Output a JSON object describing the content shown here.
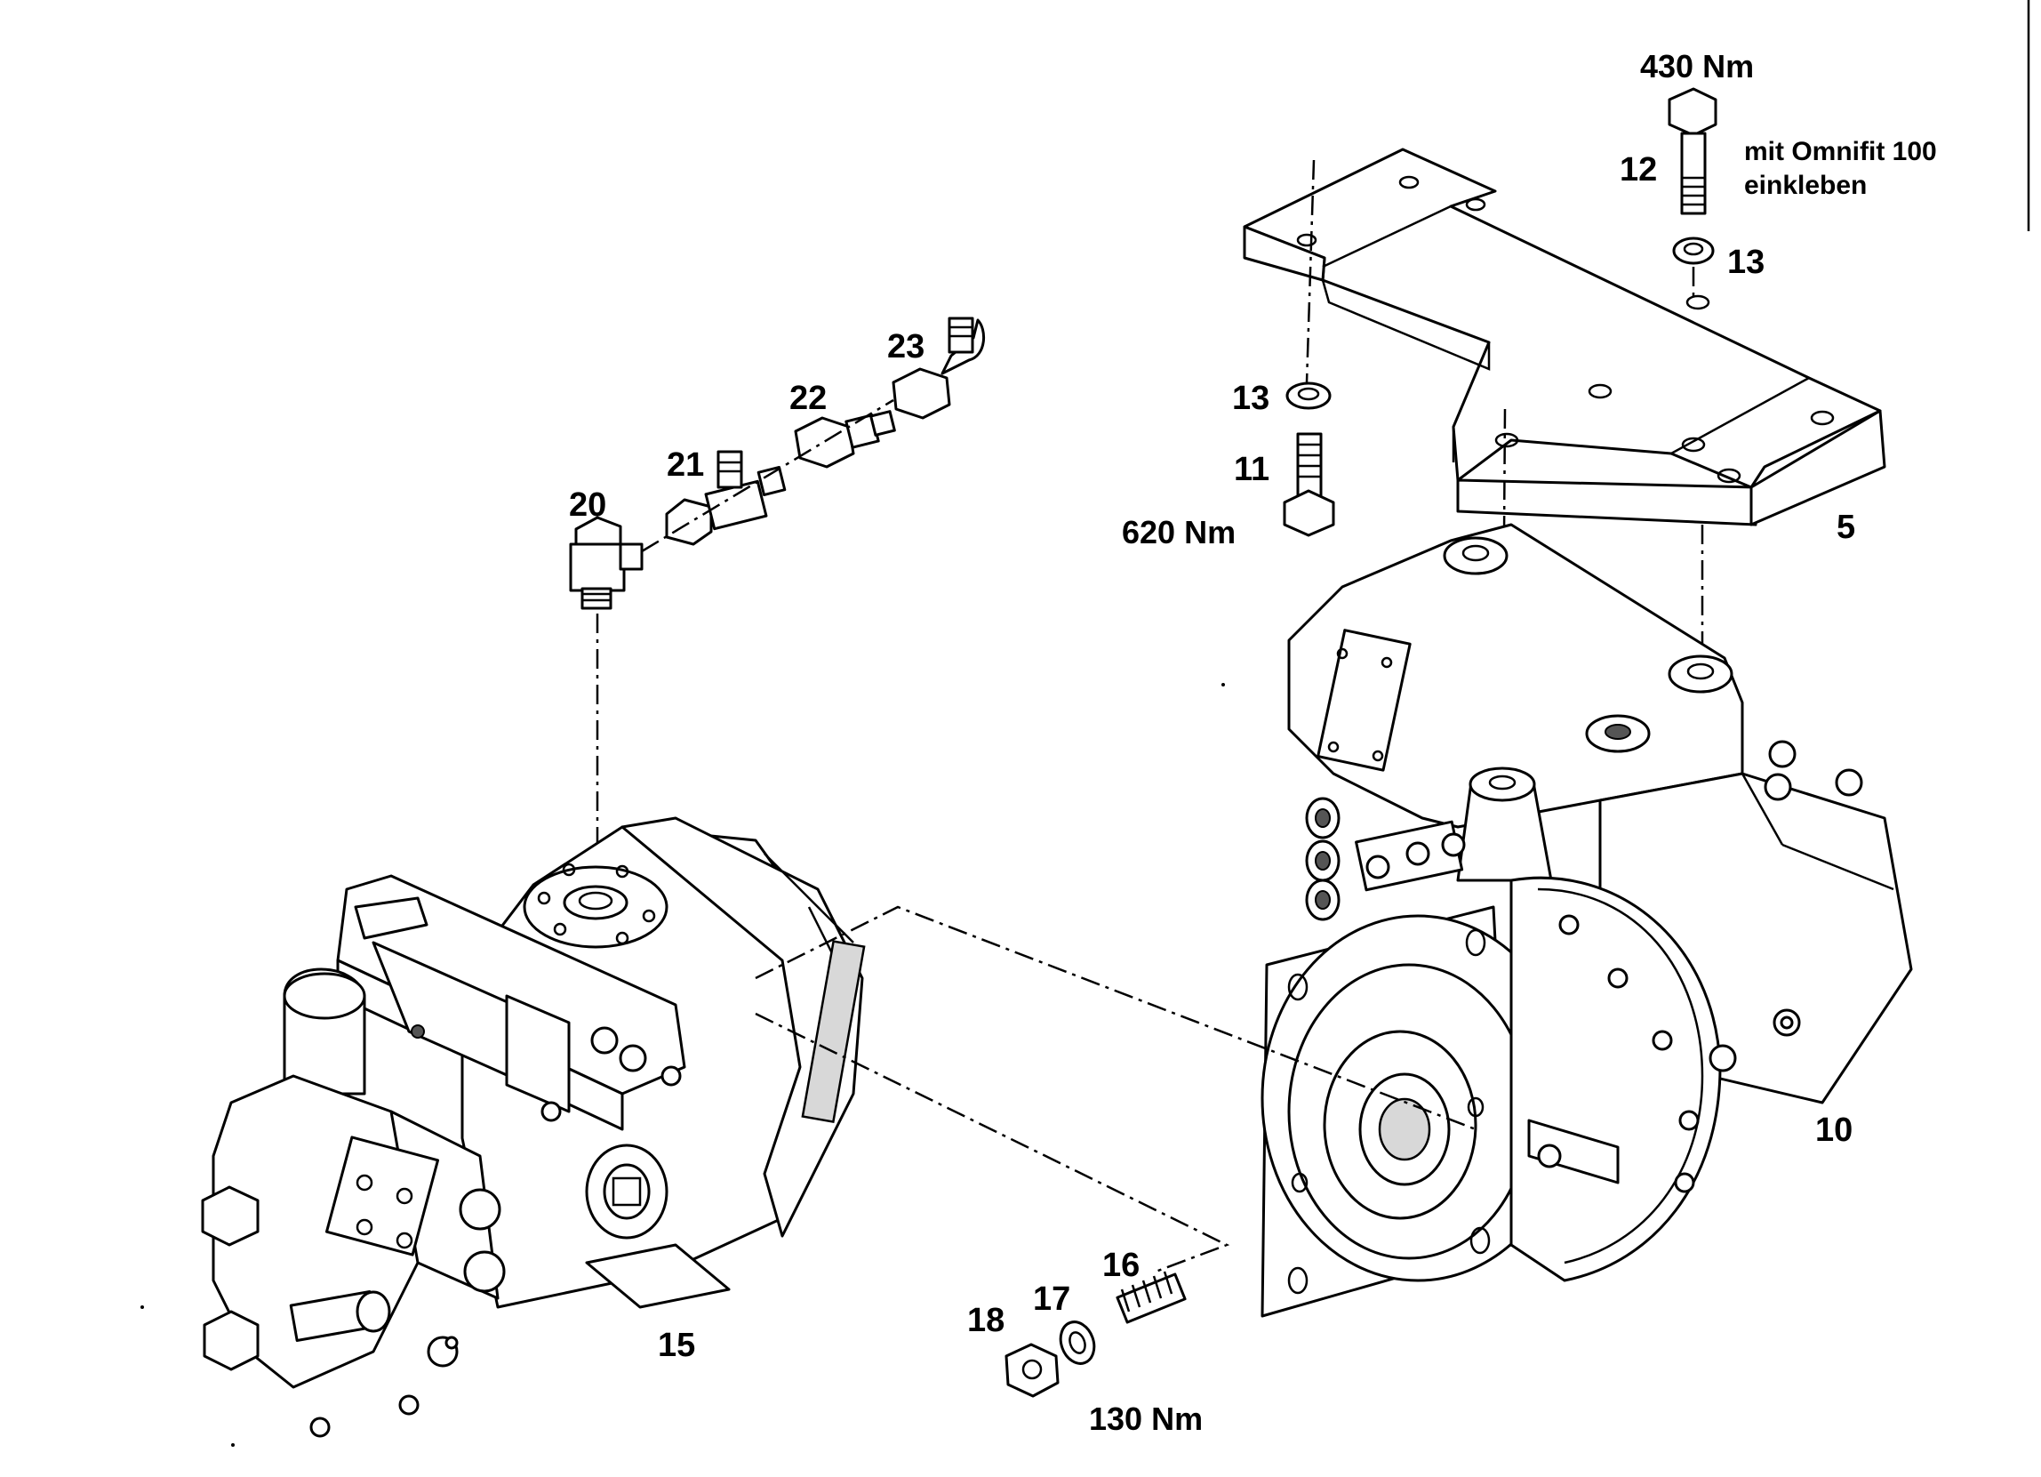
{
  "diagram": {
    "torque_values": {
      "bolt_12": "430 Nm",
      "bolt_11": "620 Nm",
      "nut_18": "130 Nm"
    },
    "adhesive_note": {
      "line1": "mit Omnifit 100",
      "line2": "einkleben"
    },
    "callouts": {
      "p5": "5",
      "p10": "10",
      "p11": "11",
      "p12": "12",
      "p13_upper": "13",
      "p13_lower": "13",
      "p15": "15",
      "p16": "16",
      "p17": "17",
      "p18": "18",
      "p20": "20",
      "p21": "21",
      "p22": "22",
      "p23": "23"
    }
  }
}
